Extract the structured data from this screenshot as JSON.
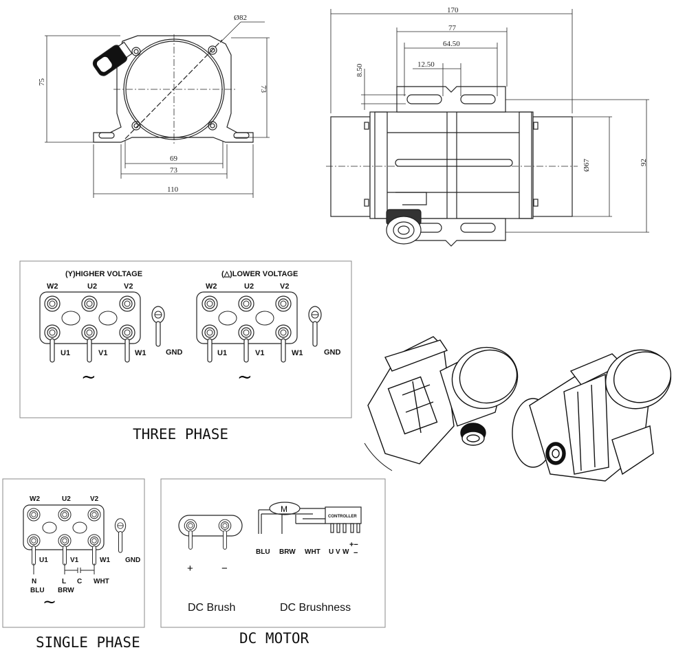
{
  "front_view": {
    "dia": "Ø82",
    "h_outer": "75",
    "h_inner": "73",
    "w_69": "69",
    "w_73": "73",
    "w_110": "110"
  },
  "side_view": {
    "w_170": "170",
    "w_77": "77",
    "w_64": "64.50",
    "w_12": "12.50",
    "h_8": "8.50",
    "dia_67": "Ø67",
    "h_92": "92"
  },
  "three_phase": {
    "title": "THREE PHASE",
    "higher": {
      "label": "(Y)HIGHER VOLTAGE",
      "top": [
        "W2",
        "U2",
        "V2"
      ],
      "bottom": [
        "U1",
        "V1",
        "W1"
      ],
      "gnd": "GND",
      "ac": "~"
    },
    "lower": {
      "label": "(△)LOWER VOLTAGE",
      "top": [
        "W2",
        "U2",
        "V2"
      ],
      "bottom": [
        "U1",
        "V1",
        "W1"
      ],
      "gnd": "GND",
      "ac": "~"
    }
  },
  "single_phase": {
    "title": "SINGLE PHASE",
    "top": [
      "W2",
      "U2",
      "V2"
    ],
    "bottom": [
      "U1",
      "V1",
      "W1"
    ],
    "gnd": "GND",
    "n": "N",
    "l": "L",
    "c": "C",
    "blu": "BLU",
    "brw": "BRW",
    "wht": "WHT",
    "ac": "~"
  },
  "dc_motor": {
    "title": "DC MOTOR",
    "brush_label": "DC Brush",
    "plus": "+",
    "minus": "−",
    "brushless_label": "DC Brushness",
    "m": "M",
    "controller": "CONTROLLER",
    "blu": "BLU",
    "brw": "BRW",
    "wht": "WHT",
    "u": "U",
    "v": "V",
    "w": "W",
    "pm": "+−",
    "m2": "−"
  }
}
